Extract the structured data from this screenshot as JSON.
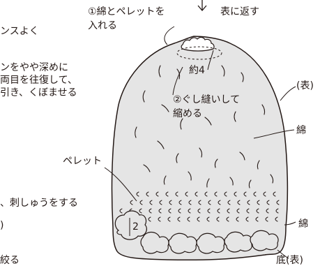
{
  "colors": {
    "ink": "#231815",
    "body_fill": "#e5e5e5",
    "background": "#ffffff"
  },
  "left_fragments": {
    "line1": "ンスよく",
    "line2": "ンをやや深めに",
    "line3": "両目を往復して、",
    "line4": "引き、くぼませる",
    "line5": "、刺しゅうをする",
    "line6": ")",
    "line7": "絞る"
  },
  "labels": {
    "step1_line1": "①綿とペレットを",
    "step1_line2": "入れる",
    "turn_over": "表に返す",
    "approx": "約4",
    "step2_line1": "②ぐし縫いして",
    "step2_line2": "縮める",
    "front": "(表)",
    "cotton_upper": "綿",
    "pellet": "ペレット",
    "cotton_lower": "綿",
    "bottom_front": "底(表)",
    "measure_2": "2"
  },
  "icons": {
    "arrow": "down-arrow-icon"
  }
}
